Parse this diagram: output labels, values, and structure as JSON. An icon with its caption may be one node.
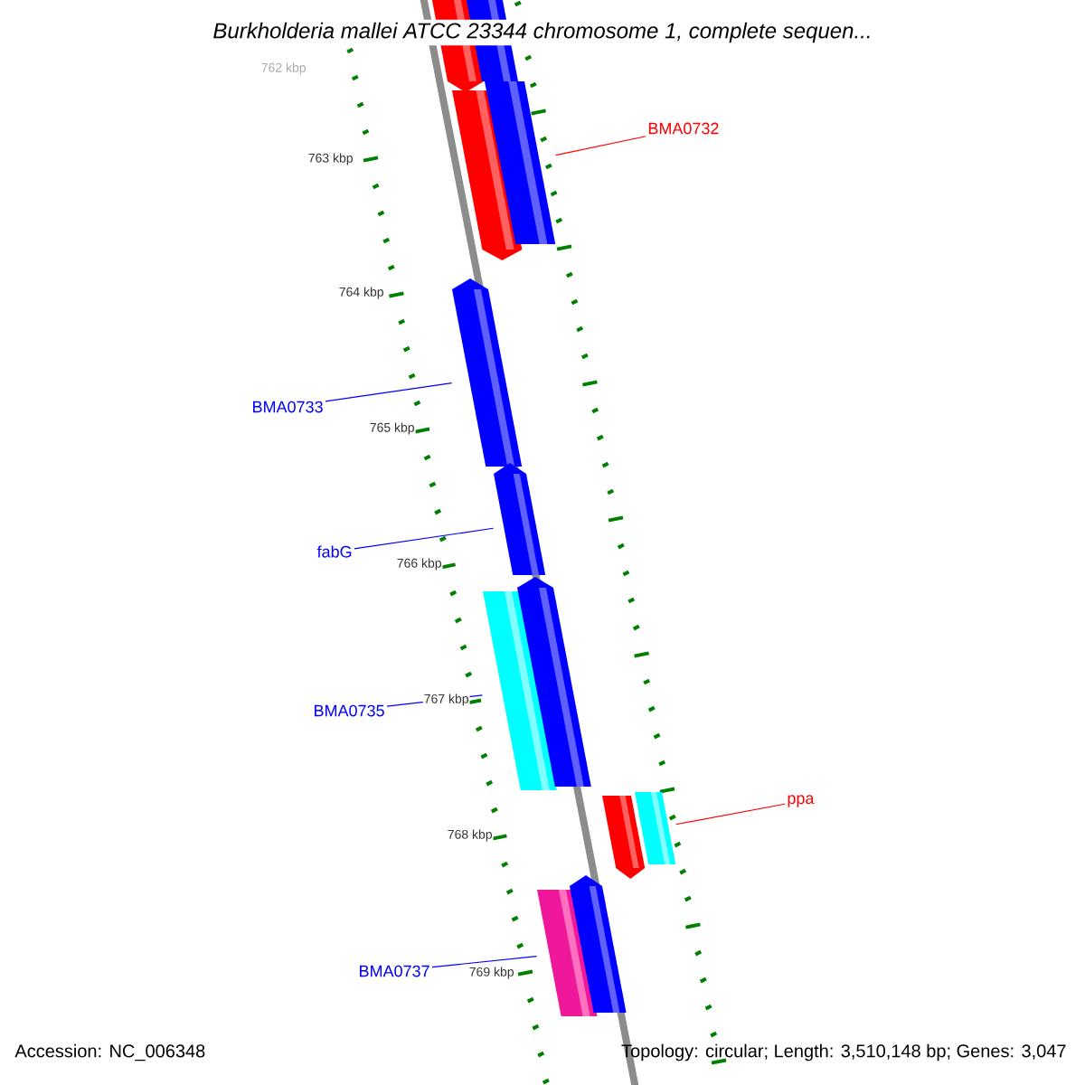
{
  "diagram": {
    "title": "*Burkholderia mallei* ATCC 23344 chromosome 1, complete sequen...",
    "nodes": [
      {
        "text": [],
        "shape": "bar"
      },
      {
        "text": [],
        "shape": "bar"
      },
      {
        "text": [],
        "shape": "bar"
      },
      {
        "text": [],
        "shape": "bar"
      },
      {
        "text": [],
        "shape": "bar"
      },
      {
        "text": [],
        "shape": "bar"
      },
      {
        "text": [],
        "shape": "bar"
      },
      {
        "text": [],
        "shape": "bar"
      },
      {
        "text": [],
        "shape": "bar"
      },
      {
        "text": [],
        "shape": "bar"
      },
      {
        "text": [],
        "shape": "bar"
      },
      {
        "text": [],
        "shape": "bar"
      },
      {
        "text": [
          "BMA0732"
        ]
      },
      {
        "text": [
          "BMA0733"
        ]
      },
      {
        "text": [
          "fabG"
        ]
      },
      {
        "text": [
          "BMA0735"
        ]
      },
      {
        "text": [
          "ppa"
        ]
      },
      {
        "text": [
          "BMA0737"
        ]
      }
    ],
    "edges": [
      {
        "from": 12,
        "to": 3,
        "arrow": "none",
        "color": "#ff0000"
      },
      {
        "from": 13,
        "to": 4,
        "arrow": "none"
      },
      {
        "from": 14,
        "to": 5,
        "arrow": "none"
      },
      {
        "from": 15,
        "to": 6,
        "arrow": "none"
      },
      {
        "from": 16,
        "to": 9,
        "arrow": "none",
        "color": "#ff0000"
      },
      {
        "from": 17,
        "to": 10,
        "arrow": "none"
      }
    ],
    "labels": [
      "762 kbp",
      "763 kbp",
      "764 kbp",
      "765 kbp",
      "766 kbp",
      "767 kbp",
      "768 kbp",
      "769 kbp",
      "Accession: NC_006348",
      "Topology: circular; Length: 3,510,148 bp; Genes: 3,047"
    ]
  }
}
